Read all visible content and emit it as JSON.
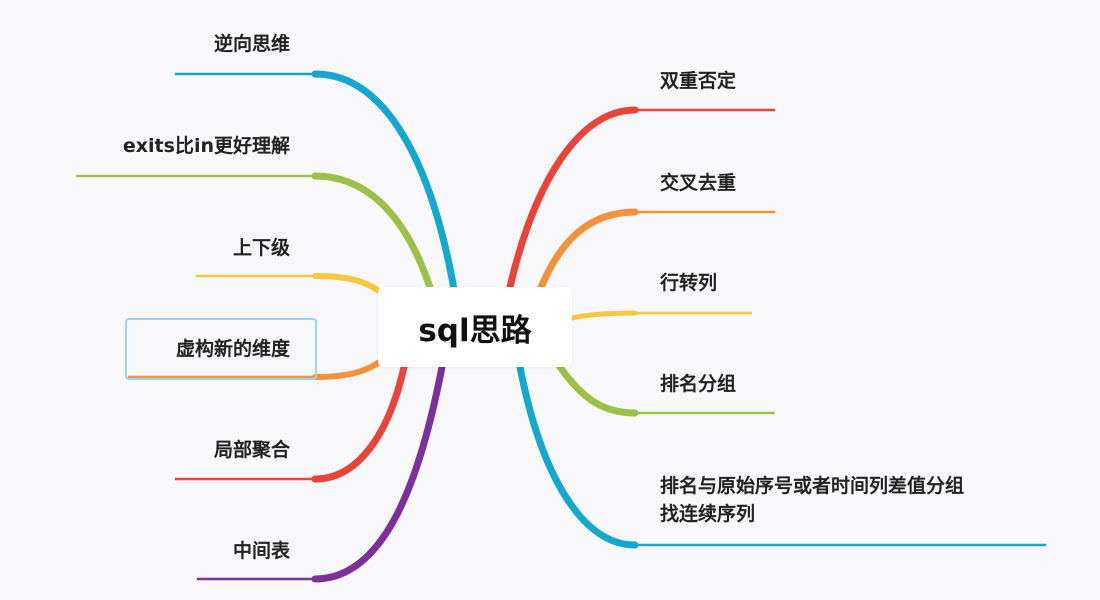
{
  "title": "sql思路",
  "colors": {
    "background": "#f8f8fa",
    "red": "#e8443a",
    "orange": "#f2923c",
    "yellow": "#f6c83f",
    "green": "#9dc04a",
    "cyan": "#13a8cc",
    "purple": "#7d2f9b"
  },
  "branches_left": [
    {
      "label": "逆向思维",
      "color": "#13a8cc"
    },
    {
      "label": "exits比in更好理解",
      "color": "#9dc04a"
    },
    {
      "label": "上下级",
      "color": "#f6c83f"
    },
    {
      "label": "虚构新的维度",
      "color": "#f2923c",
      "selected": true
    },
    {
      "label": "局部聚合",
      "color": "#e8443a"
    },
    {
      "label": "中间表",
      "color": "#7d2f9b"
    }
  ],
  "branches_right": [
    {
      "label": "双重否定",
      "color": "#e8443a"
    },
    {
      "label": "交叉去重",
      "color": "#f2923c"
    },
    {
      "label": "行转列",
      "color": "#f6c83f"
    },
    {
      "label": "排名分组",
      "color": "#9dc04a"
    },
    {
      "label_line1": "排名与原始序号或者时间列差值分组",
      "label_line2": "找连续序列",
      "color": "#13a8cc"
    }
  ]
}
